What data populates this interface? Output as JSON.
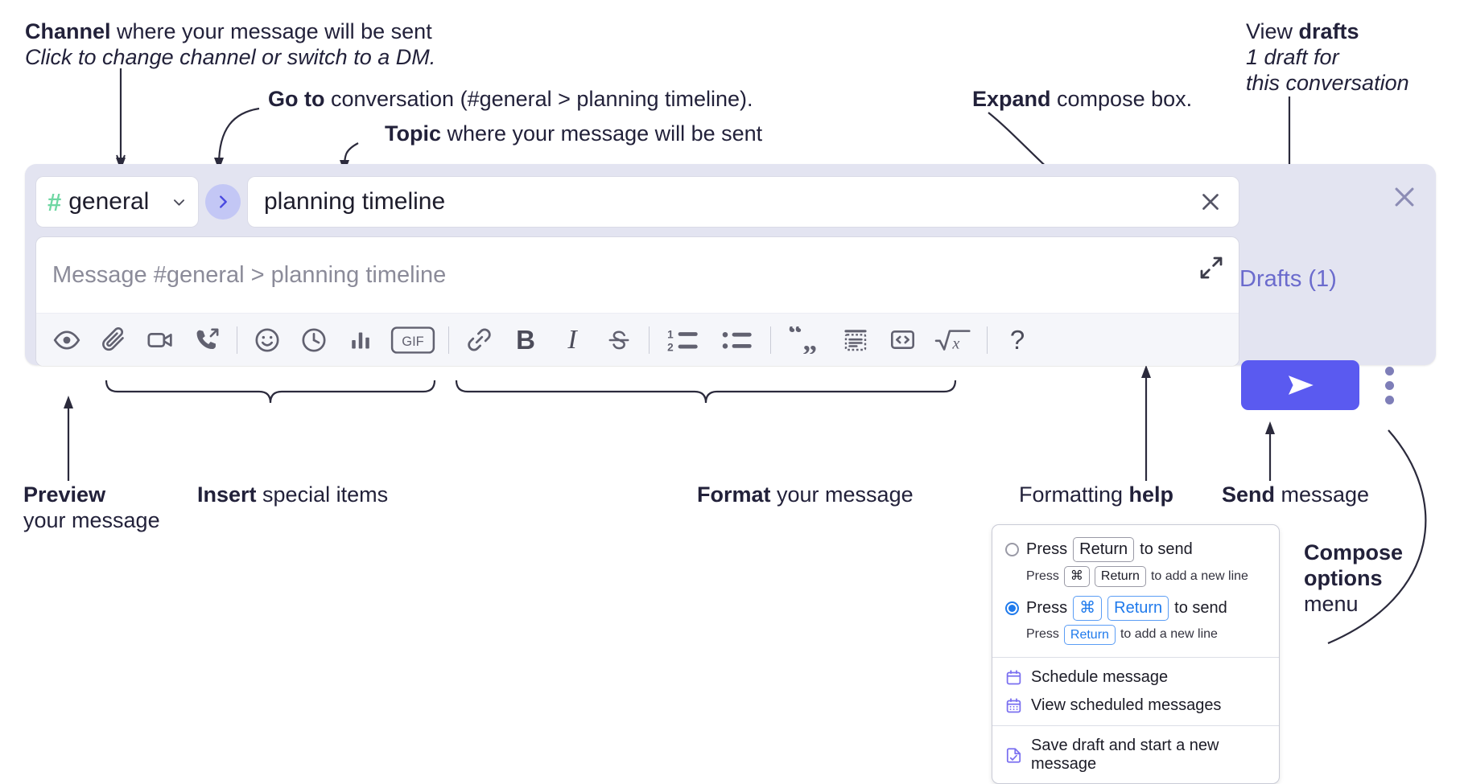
{
  "annotations": {
    "channel": {
      "bold": "Channel",
      "rest": " where your message will be sent",
      "sub": "Click to change channel or switch to a DM."
    },
    "goto": {
      "bold": "Go to",
      "rest": " conversation (#general > planning timeline)."
    },
    "topic": {
      "bold": "Topic",
      "rest": " where your message will be sent"
    },
    "expand": {
      "bold": "Expand",
      "rest": " compose box."
    },
    "drafts": {
      "lead": "View ",
      "bold": "drafts",
      "sub1": "1 draft for",
      "sub2": "this conversation"
    },
    "preview": {
      "bold": "Preview",
      "sub": "your message"
    },
    "insert": {
      "bold": "Insert",
      "rest": " special items"
    },
    "format": {
      "bold": "Format",
      "rest": " your message"
    },
    "help": {
      "lead": "Formatting ",
      "bold": "help"
    },
    "send": {
      "bold": "Send",
      "rest": " message"
    },
    "compose_options": {
      "bold1": "Compose",
      "bold2": "options",
      "rest": "menu"
    }
  },
  "compose": {
    "channel": {
      "hash": "#",
      "name": "general",
      "chevron_icon": "chevron-down-icon"
    },
    "goto_icon": "chevron-right-icon",
    "topic": {
      "value": "planning timeline",
      "clear_icon": "close-icon"
    },
    "message": {
      "placeholder": "Message #general > planning timeline",
      "value": ""
    },
    "expand_icon": "expand-icon",
    "drafts_label": "Drafts (1)",
    "close_icon": "close-icon",
    "send_icon": "send-icon",
    "options_icon": "kebab-menu-icon",
    "accent_color": "#5a5af0",
    "panel_color": "#e3e4f1",
    "hash_color": "#6fd7a3",
    "drafts_color": "#6b6bcd",
    "toolbar": [
      {
        "name": "preview-icon",
        "label": "Preview"
      },
      {
        "name": "attachment-icon",
        "label": "Attach file"
      },
      {
        "name": "video-clip-icon",
        "label": "Record video clip"
      },
      {
        "name": "audio-clip-icon",
        "label": "Record audio clip"
      },
      {
        "name": "separator",
        "label": ""
      },
      {
        "name": "emoji-icon",
        "label": "Emoji"
      },
      {
        "name": "reminder-clock-icon",
        "label": "Reminder"
      },
      {
        "name": "poll-bar-chart-icon",
        "label": "Poll"
      },
      {
        "name": "gif-icon",
        "label": "GIF"
      },
      {
        "name": "separator",
        "label": ""
      },
      {
        "name": "link-icon",
        "label": "Link"
      },
      {
        "name": "bold-icon",
        "label": "B"
      },
      {
        "name": "italic-icon",
        "label": "I"
      },
      {
        "name": "strikethrough-icon",
        "label": "S"
      },
      {
        "name": "separator",
        "label": ""
      },
      {
        "name": "ordered-list-icon",
        "label": "Ordered list"
      },
      {
        "name": "bulleted-list-icon",
        "label": "Bulleted list"
      },
      {
        "name": "separator",
        "label": ""
      },
      {
        "name": "blockquote-icon",
        "label": "Blockquote"
      },
      {
        "name": "code-block-icon",
        "label": "Code block"
      },
      {
        "name": "inline-code-icon",
        "label": "Inline code"
      },
      {
        "name": "math-icon",
        "label": "Math"
      },
      {
        "name": "separator",
        "label": ""
      },
      {
        "name": "help-icon",
        "label": "?"
      }
    ]
  },
  "options_menu": {
    "send_options": [
      {
        "selected": false,
        "main_pre": "Press",
        "main_key": "Return",
        "main_post": "to send",
        "sub_pre": "Press",
        "sub_key1": "⌘",
        "sub_key2": "Return",
        "sub_post": "to add a new line"
      },
      {
        "selected": true,
        "main_pre": "Press",
        "main_key1": "⌘",
        "main_key2": "Return",
        "main_post": "to send",
        "sub_pre": "Press",
        "sub_key": "Return",
        "sub_post": "to add a new line"
      }
    ],
    "items": [
      {
        "icon": "calendar-icon",
        "label": "Schedule message"
      },
      {
        "icon": "calendar-grid-icon",
        "label": "View scheduled messages"
      },
      {
        "icon": "save-draft-icon",
        "label": "Save draft and start a new message"
      }
    ]
  }
}
